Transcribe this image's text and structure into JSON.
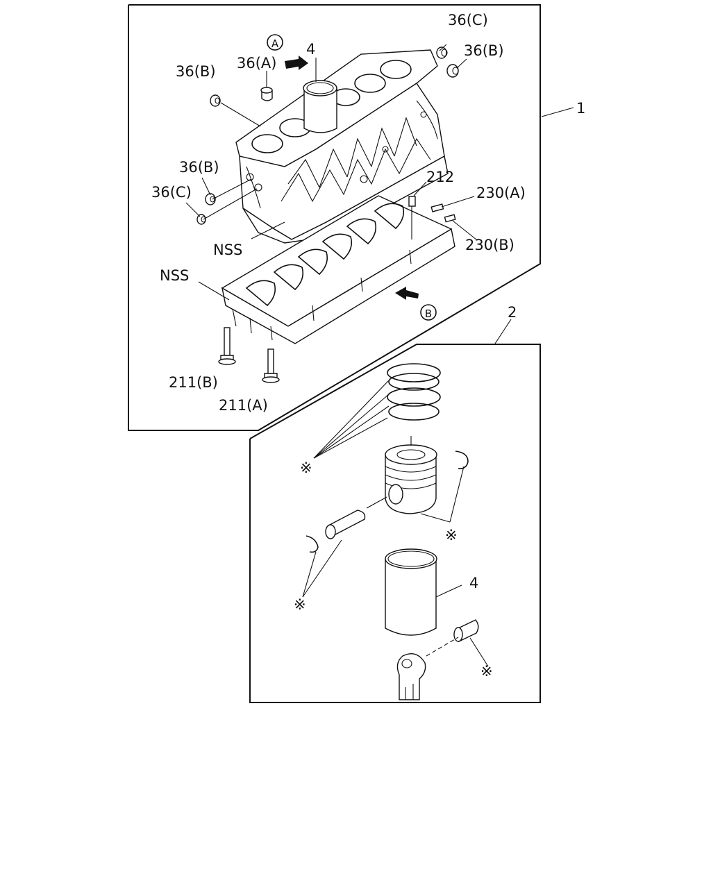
{
  "labels": {
    "p36c_top": "36(C)",
    "p36b_right": "36(B)",
    "p36b_left": "36(B)",
    "p36a": "36(A)",
    "p4_top": "4",
    "p1": "1",
    "p36b_mid": "36(B)",
    "p36c_mid": "36(C)",
    "p212": "212",
    "p230a": "230(A)",
    "p230b": "230(B)",
    "nss_upper": "NSS",
    "nss_lower": "NSS",
    "p2": "2",
    "p211b": "211(B)",
    "p211a": "211(A)",
    "p4_lower": "4",
    "marker_a": "A",
    "marker_b": "B",
    "asterisk": "※"
  }
}
